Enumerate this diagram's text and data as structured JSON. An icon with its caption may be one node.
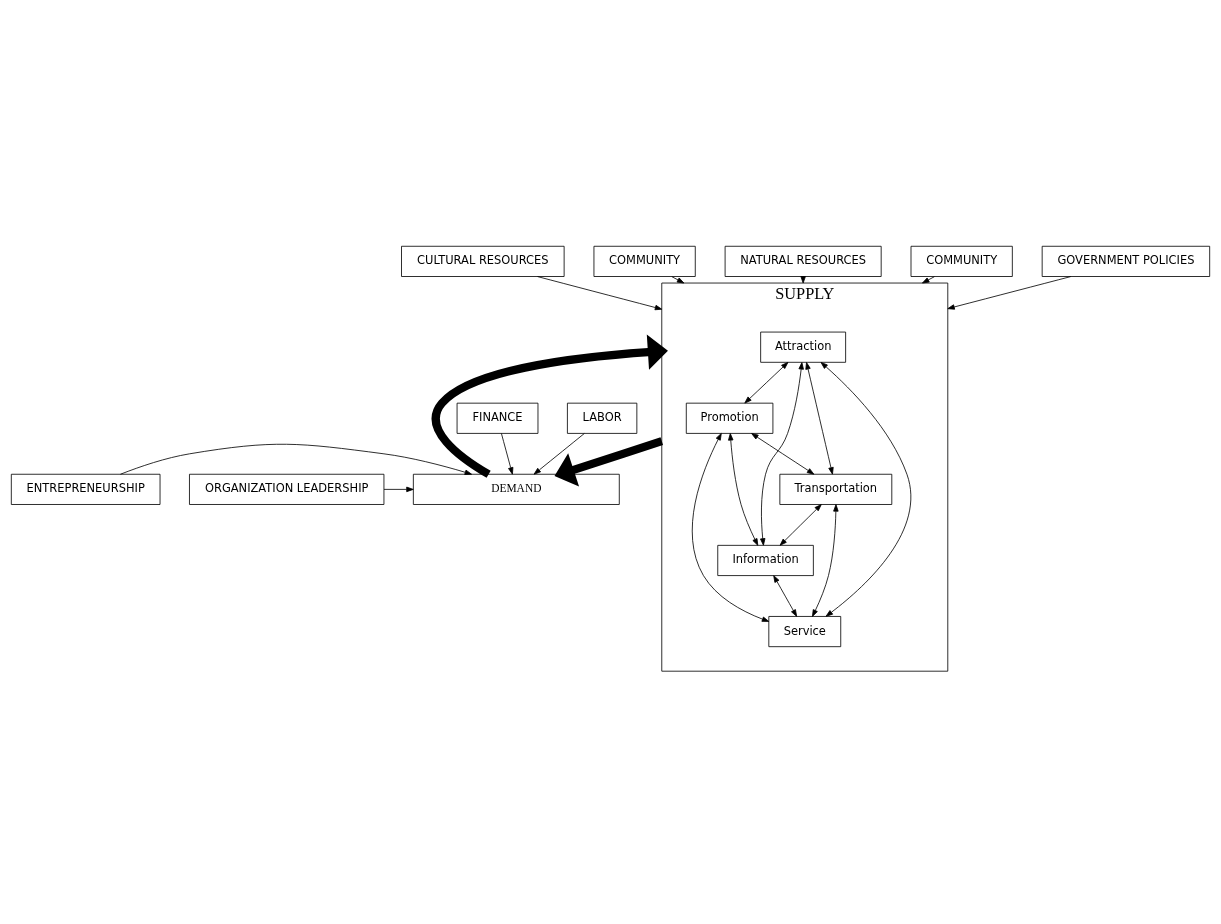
{
  "diagram": {
    "nodes": [
      {
        "text": [
          "FINANCE"
        ]
      },
      {
        "text": [
          "LABOR"
        ]
      },
      {
        "text": [
          "ORGANIZATION LEADERSHIP"
        ]
      },
      {
        "text": [
          "DEMAND"
        ]
      },
      {
        "text": [
          "ENTREPRENEURSHIP"
        ]
      },
      {
        "text": [
          "SUPPLY"
        ]
      },
      {
        "text": [
          "Attraction"
        ],
        "in": 5
      },
      {
        "text": [
          "Promotion"
        ],
        "in": 5
      },
      {
        "text": [
          "Transportation"
        ],
        "in": 5
      },
      {
        "text": [
          "Information"
        ],
        "in": 5
      },
      {
        "text": [
          "Service"
        ],
        "in": 5
      },
      {
        "text": [
          "CULTURAL RESOURCES"
        ]
      },
      {
        "text": [
          "COMMUNITY"
        ]
      },
      {
        "text": [
          "NATURAL RESOURCES"
        ]
      },
      {
        "text": [
          "COMMUNITY"
        ]
      },
      {
        "text": [
          "GOVERNMENT POLICIES"
        ]
      }
    ],
    "edges": [
      {
        "from": 0,
        "to": 3,
        "arrow": "to"
      },
      {
        "from": 1,
        "to": 3,
        "arrow": "to"
      },
      {
        "from": 2,
        "to": 3,
        "arrow": "to"
      },
      {
        "from": 4,
        "to": 3,
        "arrow": "to"
      },
      {
        "from": 3,
        "to": 5,
        "arrow": "to",
        "style": "thick"
      },
      {
        "from": 5,
        "to": 3,
        "arrow": "to",
        "style": "thick"
      },
      {
        "from": 6,
        "to": 7,
        "arrow": "both"
      },
      {
        "from": 6,
        "to": 8,
        "arrow": "both"
      },
      {
        "from": 6,
        "to": 9,
        "arrow": "both"
      },
      {
        "from": 6,
        "to": 10,
        "arrow": "both"
      },
      {
        "from": 7,
        "to": 8,
        "arrow": "both"
      },
      {
        "from": 7,
        "to": 10,
        "arrow": "both"
      },
      {
        "from": 8,
        "to": 9,
        "arrow": "both"
      },
      {
        "from": 7,
        "to": 9,
        "arrow": "both"
      },
      {
        "from": 8,
        "to": 10,
        "arrow": "both"
      },
      {
        "from": 9,
        "to": 10,
        "arrow": "both"
      },
      {
        "from": 11,
        "to": 5,
        "arrow": "to"
      },
      {
        "from": 12,
        "to": 5,
        "arrow": "to"
      },
      {
        "from": 13,
        "to": 5,
        "arrow": "to"
      },
      {
        "from": 14,
        "to": 5,
        "arrow": "to"
      },
      {
        "from": 15,
        "to": 5,
        "arrow": "to"
      }
    ]
  }
}
